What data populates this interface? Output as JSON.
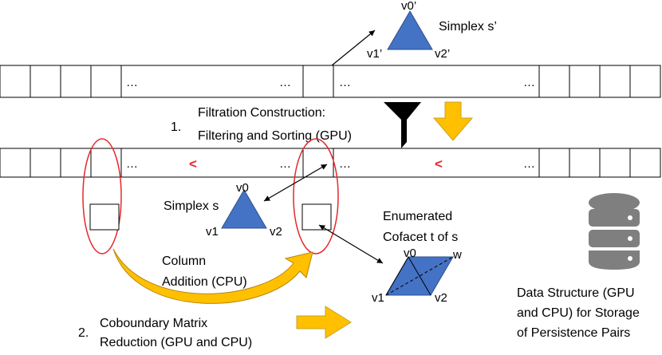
{
  "top_simplex": {
    "label": "Simplex s’",
    "v0": "v0’",
    "v1": "v1’",
    "v2": "v2’"
  },
  "array": {
    "ellipsis": "…",
    "less_than": "<"
  },
  "step1": {
    "number": "1.",
    "line1": "Filtration Construction:",
    "line2": "Filtering and Sorting (GPU)"
  },
  "simplex_s": {
    "label": "Simplex s",
    "v0": "v0",
    "v1": "v1",
    "v2": "v2"
  },
  "column_addition": {
    "line1": "Column",
    "line2": "Addition (CPU)"
  },
  "cofacet": {
    "line1": "Enumerated",
    "line2": "Cofacet t of s",
    "v0": "v0",
    "w": "w",
    "v1": "v1",
    "v2": "v2"
  },
  "step2": {
    "number": "2.",
    "line1": "Coboundary Matrix",
    "line2": "Reduction (GPU and CPU)"
  },
  "storage": {
    "line1": "Data Structure (GPU",
    "line2": "and CPU) for Storage",
    "line3": "of Persistence Pairs"
  },
  "colors": {
    "simplex_fill": "#4472c4",
    "arrow_fill": "#ffc000",
    "ellipse_stroke": "#e8262a",
    "less_than": "#e8262a",
    "database": "#7f7f7f"
  }
}
